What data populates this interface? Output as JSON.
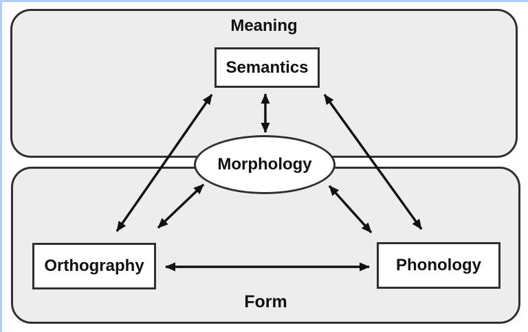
{
  "diagram": {
    "title_hint": "language-processing triangle model",
    "regions": [
      {
        "id": "meaning",
        "label": "Meaning"
      },
      {
        "id": "form",
        "label": "Form"
      }
    ],
    "nodes": [
      {
        "id": "semantics",
        "label": "Semantics",
        "shape": "rect",
        "region": "meaning"
      },
      {
        "id": "morphology",
        "label": "Morphology",
        "shape": "ellipse",
        "region": "between-meaning-and-form"
      },
      {
        "id": "orthography",
        "label": "Orthography",
        "shape": "rect",
        "region": "form"
      },
      {
        "id": "phonology",
        "label": "Phonology",
        "shape": "rect",
        "region": "form"
      }
    ],
    "connections": [
      {
        "from": "semantics",
        "to": "morphology",
        "bidirectional": true
      },
      {
        "from": "semantics",
        "to": "orthography",
        "bidirectional": true
      },
      {
        "from": "semantics",
        "to": "phonology",
        "bidirectional": true
      },
      {
        "from": "morphology",
        "to": "orthography",
        "bidirectional": true
      },
      {
        "from": "morphology",
        "to": "phonology",
        "bidirectional": true
      },
      {
        "from": "orthography",
        "to": "phonology",
        "bidirectional": true
      }
    ],
    "colors": {
      "background": "#ffffff",
      "region_fill": "#ededed",
      "node_fill": "#ffffff",
      "stroke": "#2f2f2f",
      "arrow": "#111111",
      "frame_line": "#b5cdf2"
    }
  }
}
